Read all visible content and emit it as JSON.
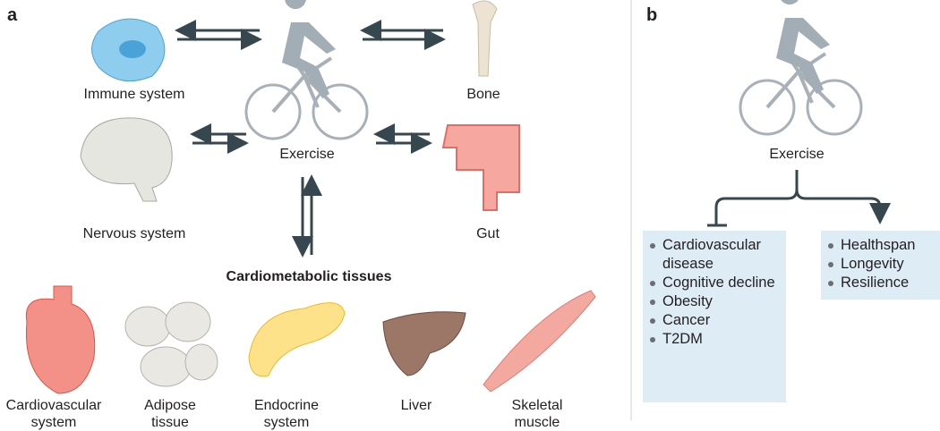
{
  "panel_a": {
    "label": "a",
    "center": "Exercise",
    "nodes": [
      "Immune system",
      "Bone",
      "Nervous system",
      "Gut"
    ],
    "tissues_title": "Cardiometabolic tissues",
    "tissues": [
      [
        "Cardiovascular",
        "system"
      ],
      [
        "Adipose",
        "tissue"
      ],
      [
        "Endocrine",
        "system"
      ],
      [
        "Liver",
        ""
      ],
      [
        "Skeletal",
        "muscle"
      ]
    ]
  },
  "panel_b": {
    "label": "b",
    "center": "Exercise",
    "inhibited": [
      "Cardiovascular disease",
      "Cognitive decline",
      "Obesity",
      "Cancer",
      "T2DM"
    ],
    "promoted": [
      "Healthspan",
      "Longevity",
      "Resilience"
    ]
  },
  "colors": {
    "arrow": "#37474f",
    "box": "#deedf5"
  }
}
